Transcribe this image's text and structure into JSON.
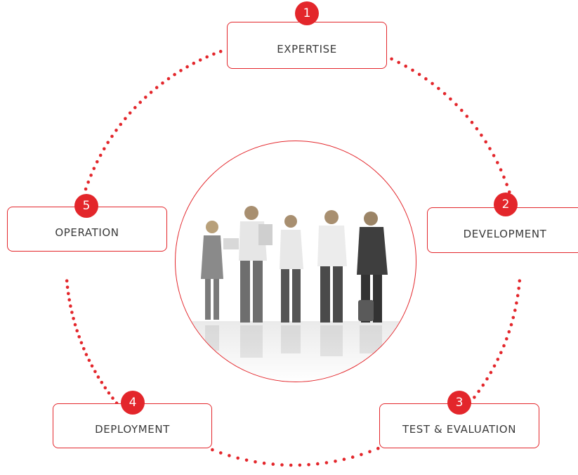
{
  "colors": {
    "accent": "#e3262b",
    "text": "#3a3a3a",
    "background": "#ffffff"
  },
  "center_image": {
    "icon": "business-people-photo"
  },
  "steps": [
    {
      "number": "1",
      "label": "EXPERTISE"
    },
    {
      "number": "2",
      "label": "DEVELOPMENT"
    },
    {
      "number": "3",
      "label": "TEST & EVALUATION"
    },
    {
      "number": "4",
      "label": "DEPLOYMENT"
    },
    {
      "number": "5",
      "label": "OPERATION"
    }
  ]
}
